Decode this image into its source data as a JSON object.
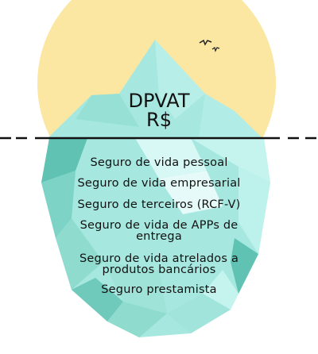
{
  "tip": {
    "line1": "DPVAT",
    "line2": "R$"
  },
  "items": [
    {
      "lines": [
        "Seguro de vida pessoal"
      ]
    },
    {
      "lines": [
        "Seguro de vida empresarial"
      ]
    },
    {
      "lines": [
        "Seguro de terceiros (RCF-V)"
      ]
    },
    {
      "lines": [
        "Seguro de vida de APPs de",
        "entrega"
      ]
    },
    {
      "lines": [
        "Seguro de vida atrelados a",
        "produtos bancários"
      ]
    },
    {
      "lines": [
        "Seguro prestamista"
      ]
    }
  ],
  "colors": {
    "sun": "#fbe7a1",
    "ice_light": "#a6e8df",
    "ice_mid": "#8fdccf",
    "ice_dark": "#5fc2b2",
    "ice_pale": "#d8f8f5",
    "waterline": "#111111"
  },
  "icons": [
    "bird-icon",
    "bird-icon"
  ]
}
